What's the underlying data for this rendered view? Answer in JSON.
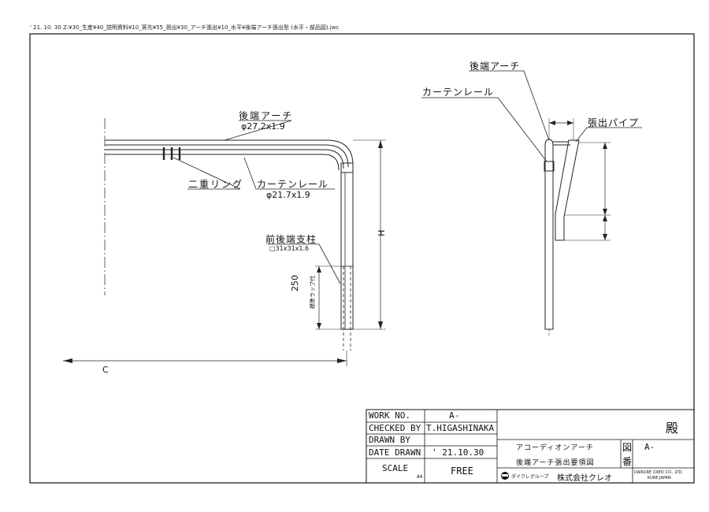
{
  "header": {
    "file_path": "' 21. 10. 30  Z:¥30_生産¥40_説明資料¥10_客先¥55_張出¥30_アーチ張出¥10_水平¥後端アーチ張出型 (水平・部品図).jwc"
  },
  "main_view": {
    "rear_arch_label": "後端アーチ",
    "rear_arch_spec": "φ27.2x1.9",
    "double_ring_label": "二重リング",
    "curtain_rail_label": "カーテンレール",
    "curtain_rail_spec": "φ21.7x1.9",
    "post_label": "前後端支柱",
    "post_spec": "□31x31x1.6",
    "dim_250": "250",
    "dim_250_note": "標準ラップ代",
    "dim_h": "H",
    "dim_c": "C"
  },
  "side_view": {
    "rear_arch_label": "後端アーチ",
    "curtain_rail_label": "カーテンレール",
    "extension_pipe_label": "張出パイプ"
  },
  "title_block": {
    "work_no_label": "WORK NO.",
    "work_no_value": "A-",
    "checked_by_label": "CHECKED BY",
    "checked_by_value": "T.HIGASHINAKA",
    "drawn_by_label": "DRAWN BY",
    "drawn_by_value": "",
    "date_drawn_label": "DATE DRAWN",
    "date_drawn_value": "' 21.10.30",
    "scale_label": "SCALE",
    "paper_size": "A4",
    "scale_value": "FREE",
    "honorific": "殿",
    "product_line1": "アコーディオンアーチ",
    "product_line2": "後端アーチ張出要領図",
    "drawing_no_label_1": "図",
    "drawing_no_label_2": "番",
    "drawing_no_value": "A-",
    "group_label": "ダイクレグループ",
    "company_name": "株式会社クレオ",
    "company_en_1": "DAIKURE CREO CO., LTD.",
    "company_en_2": "KURE JAPAN"
  }
}
